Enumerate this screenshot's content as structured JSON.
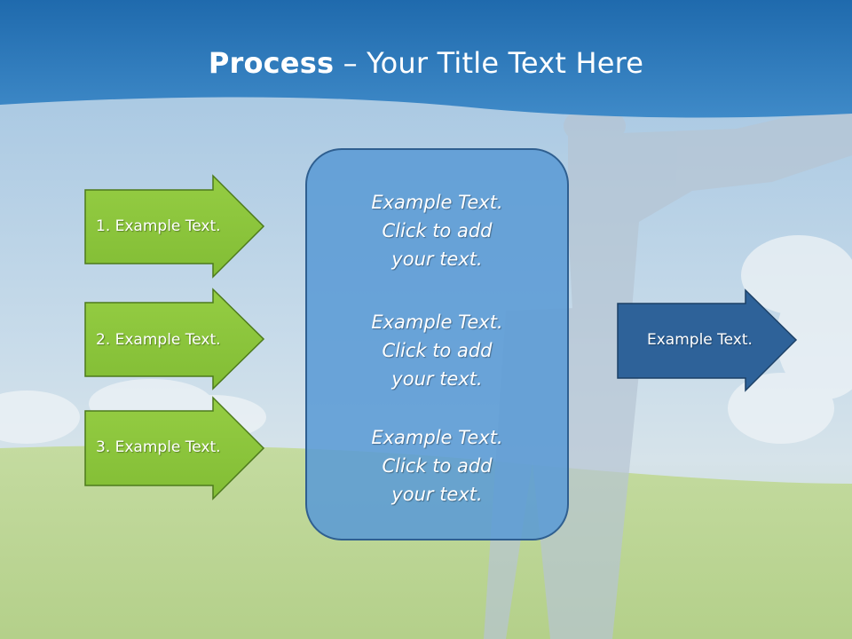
{
  "title": {
    "bold": "Process",
    "rest": " – Your Title Text Here"
  },
  "colors": {
    "header": "#2e78b7",
    "green_arrow": "#8dc63f",
    "green_border": "#4d7a1c",
    "center_box": "#5b9bd5",
    "center_border": "#2f5f90",
    "blue_arrow": "#2e6299"
  },
  "left_arrows": [
    {
      "label": "1. Example Text."
    },
    {
      "label": "2. Example Text."
    },
    {
      "label": "3. Example Text."
    }
  ],
  "center_box": {
    "blocks": [
      {
        "lines": [
          "Example Text.",
          "Click  to add",
          "your text."
        ]
      },
      {
        "lines": [
          "Example Text.",
          "Click  to add",
          "your text."
        ]
      },
      {
        "lines": [
          "Example Text.",
          "Click  to add",
          "your text."
        ]
      }
    ]
  },
  "right_arrow": {
    "label": "Example Text."
  }
}
